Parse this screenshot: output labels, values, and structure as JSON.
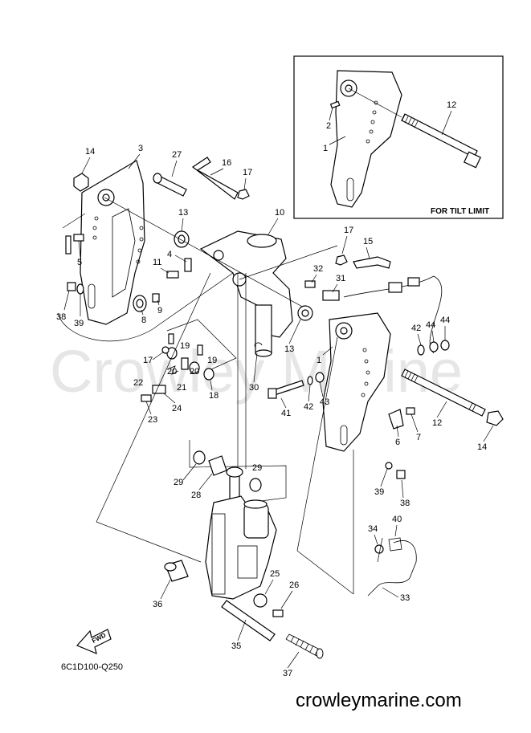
{
  "watermark": "Crowley Marine",
  "inset_title": "FOR TILT LIMIT",
  "diagram_code": "6C1D100-Q250",
  "site_url": "crowleymarine.com",
  "fwd_label": "FWD",
  "inset_callouts": [
    "12",
    "2",
    "1"
  ],
  "callouts": [
    "14",
    "3",
    "27",
    "16",
    "17",
    "13",
    "10",
    "17",
    "15",
    "5",
    "4",
    "11",
    "32",
    "31",
    "9",
    "8",
    "38",
    "39",
    "42",
    "44",
    "44",
    "19",
    "17",
    "19",
    "20",
    "1",
    "13",
    "20",
    "18",
    "22",
    "21",
    "30",
    "41",
    "42",
    "43",
    "12",
    "23",
    "24",
    "6",
    "7",
    "14",
    "29",
    "29",
    "28",
    "39",
    "38",
    "40",
    "34",
    "25",
    "26",
    "36",
    "33",
    "35",
    "37"
  ]
}
